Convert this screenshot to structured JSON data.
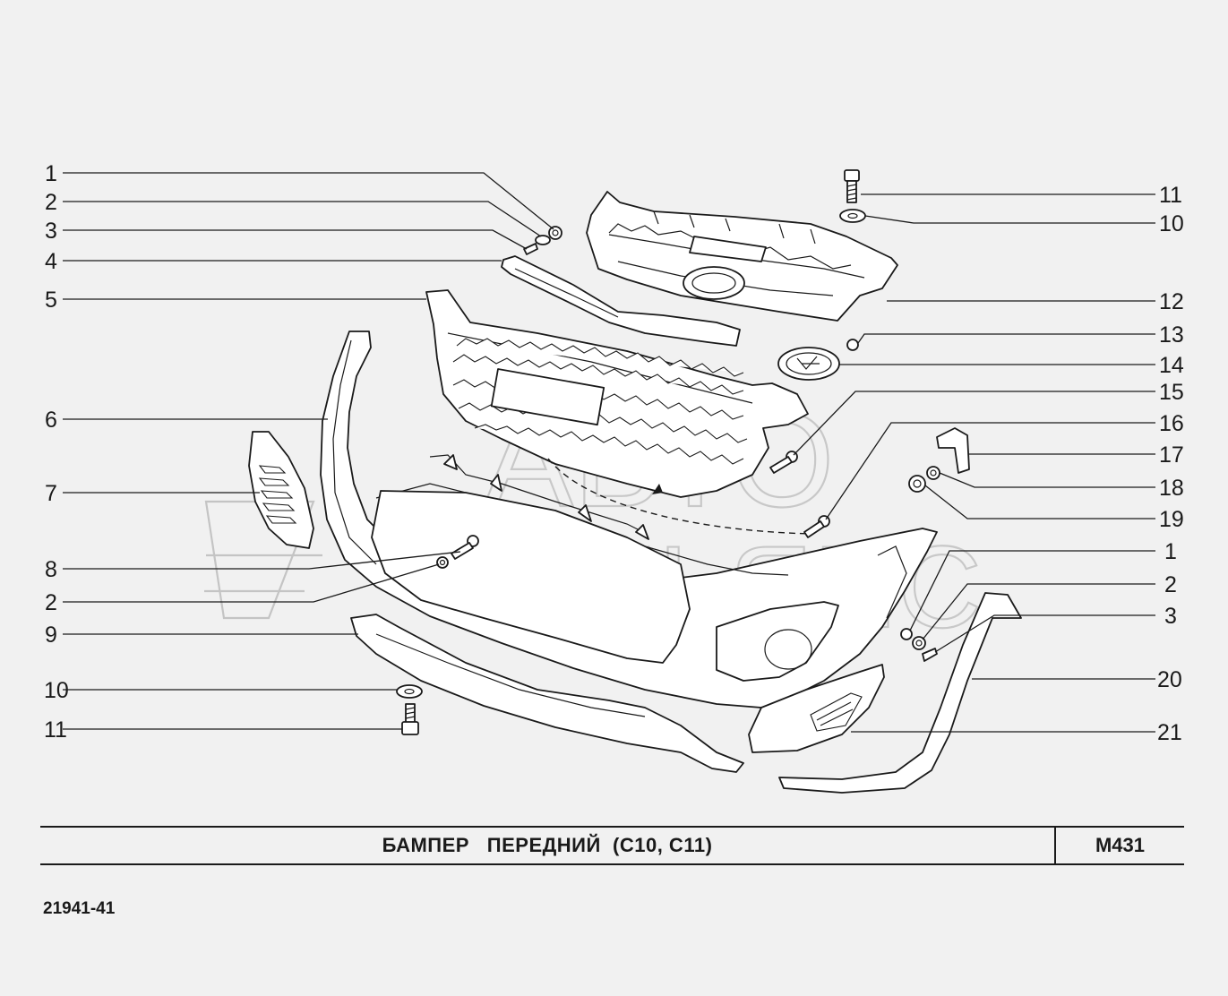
{
  "sheet": {
    "title": "БАМПЕР   ПЕРЕДНИЙ  (С10, С11)",
    "code": "М431",
    "catalog_number": "21941-41"
  },
  "watermark": {
    "line1": "АВТО",
    "line2": "АЛЬЯНС"
  },
  "callouts_left": [
    "1",
    "2",
    "3",
    "4",
    "5",
    "6",
    "7",
    "8",
    "2",
    "9",
    "10",
    "11"
  ],
  "callouts_right": [
    "11",
    "10",
    "12",
    "13",
    "14",
    "15",
    "16",
    "17",
    "18",
    "19",
    "1",
    "2",
    "3",
    "20",
    "21"
  ]
}
